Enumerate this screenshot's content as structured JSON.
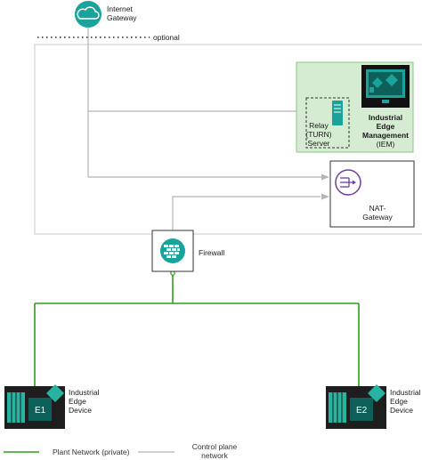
{
  "labels": {
    "internet_gateway": "Internet\nGateway",
    "optional": "optional",
    "relay_server": "Relay\n(TURN)\nServer",
    "iem_name": "Industrial\nEdge\nManagement",
    "iem_abbr": "(IEM)",
    "nat_gateway": "NAT-\nGateway",
    "firewall": "Firewall",
    "edge_device_left": "Industrial\nEdge\nDevice",
    "edge_device_right": "Industrial\nEdge\nDevice",
    "device_left_id": "E1",
    "device_right_id": "E2"
  },
  "legend": {
    "plant_network": "Plant Network (private)",
    "control_plane": "Control plane\nnetwork"
  },
  "colors": {
    "green_line": "#2e9e1a",
    "control_line": "#b5b5b5",
    "teal": "#1aa39a",
    "iem_bg": "#d6ecd2",
    "iem_border": "#8cc485",
    "nat_purple": "#6a3fa0",
    "device_dark": "#1e1e1e",
    "device_teal": "#27b3a0"
  },
  "icons": {
    "internet_gateway": "cloud-icon",
    "relay_server": "server-icon",
    "iem": "monitor-icon",
    "nat_gateway": "nat-gateway-icon",
    "firewall": "firewall-icon",
    "device": "industrial-edge-device-icon"
  }
}
